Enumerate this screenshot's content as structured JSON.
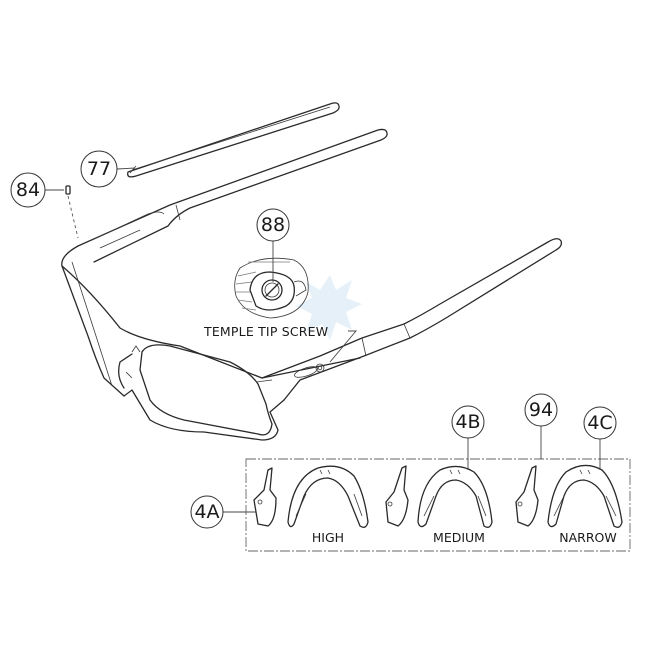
{
  "diagram": {
    "title": "Sunglasses exploded parts diagram",
    "callouts": [
      {
        "id": "77",
        "label": "77",
        "part": "temple sleeve"
      },
      {
        "id": "84",
        "label": "84",
        "part": "hinge screw"
      },
      {
        "id": "88",
        "label": "88",
        "part": "temple tip screw"
      },
      {
        "id": "4A",
        "label": "4A",
        "part": "nose pad (high)"
      },
      {
        "id": "4B",
        "label": "4B",
        "part": "nose pad (medium)"
      },
      {
        "id": "94",
        "label": "94",
        "part": "nose pad clip"
      },
      {
        "id": "4C",
        "label": "4C",
        "part": "nose pad (narrow)"
      }
    ],
    "detail_caption": "TEMPLE TIP SCREW",
    "nosepad_sizes": [
      "HIGH",
      "MEDIUM",
      "NARROW"
    ],
    "colors": {
      "line": "#2a2a2a",
      "background": "#ffffff",
      "watermark": "#cfe3f2"
    }
  }
}
